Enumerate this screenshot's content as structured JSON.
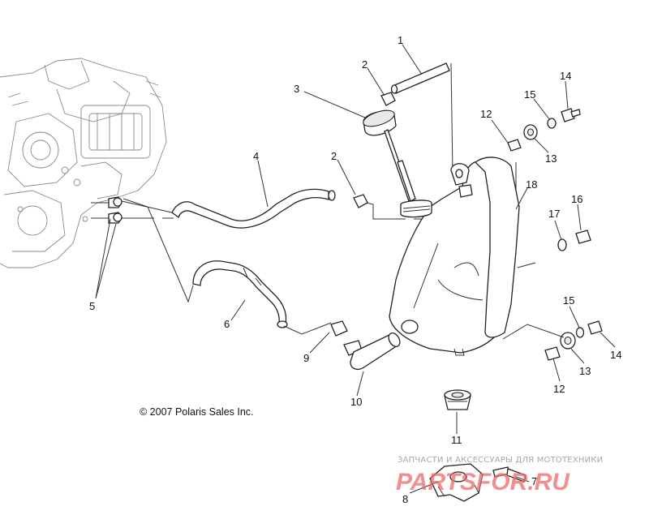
{
  "callouts": [
    {
      "id": "1",
      "label": "1"
    },
    {
      "id": "2a",
      "label": "2"
    },
    {
      "id": "3",
      "label": "3"
    },
    {
      "id": "2b",
      "label": "2"
    },
    {
      "id": "4",
      "label": "4"
    },
    {
      "id": "5",
      "label": "5"
    },
    {
      "id": "6",
      "label": "6"
    },
    {
      "id": "9",
      "label": "9"
    },
    {
      "id": "10",
      "label": "10"
    },
    {
      "id": "11",
      "label": "11"
    },
    {
      "id": "8",
      "label": "8"
    },
    {
      "id": "7",
      "label": "7"
    },
    {
      "id": "12a",
      "label": "12"
    },
    {
      "id": "13a",
      "label": "13"
    },
    {
      "id": "15a",
      "label": "15"
    },
    {
      "id": "14a",
      "label": "14"
    },
    {
      "id": "18",
      "label": "18"
    },
    {
      "id": "17",
      "label": "17"
    },
    {
      "id": "16",
      "label": "16"
    },
    {
      "id": "15b",
      "label": "15"
    },
    {
      "id": "14b",
      "label": "14"
    },
    {
      "id": "13b",
      "label": "13"
    },
    {
      "id": "12b",
      "label": "12"
    }
  ],
  "copyright": "© 2007 Polaris Sales Inc.",
  "watermark": {
    "tagline": "ЗАПЧАСТИ И АКСЕССУАРЫ ДЛЯ МОТОТЕХНИКИ",
    "logo": "PARTSFOR.RU"
  }
}
